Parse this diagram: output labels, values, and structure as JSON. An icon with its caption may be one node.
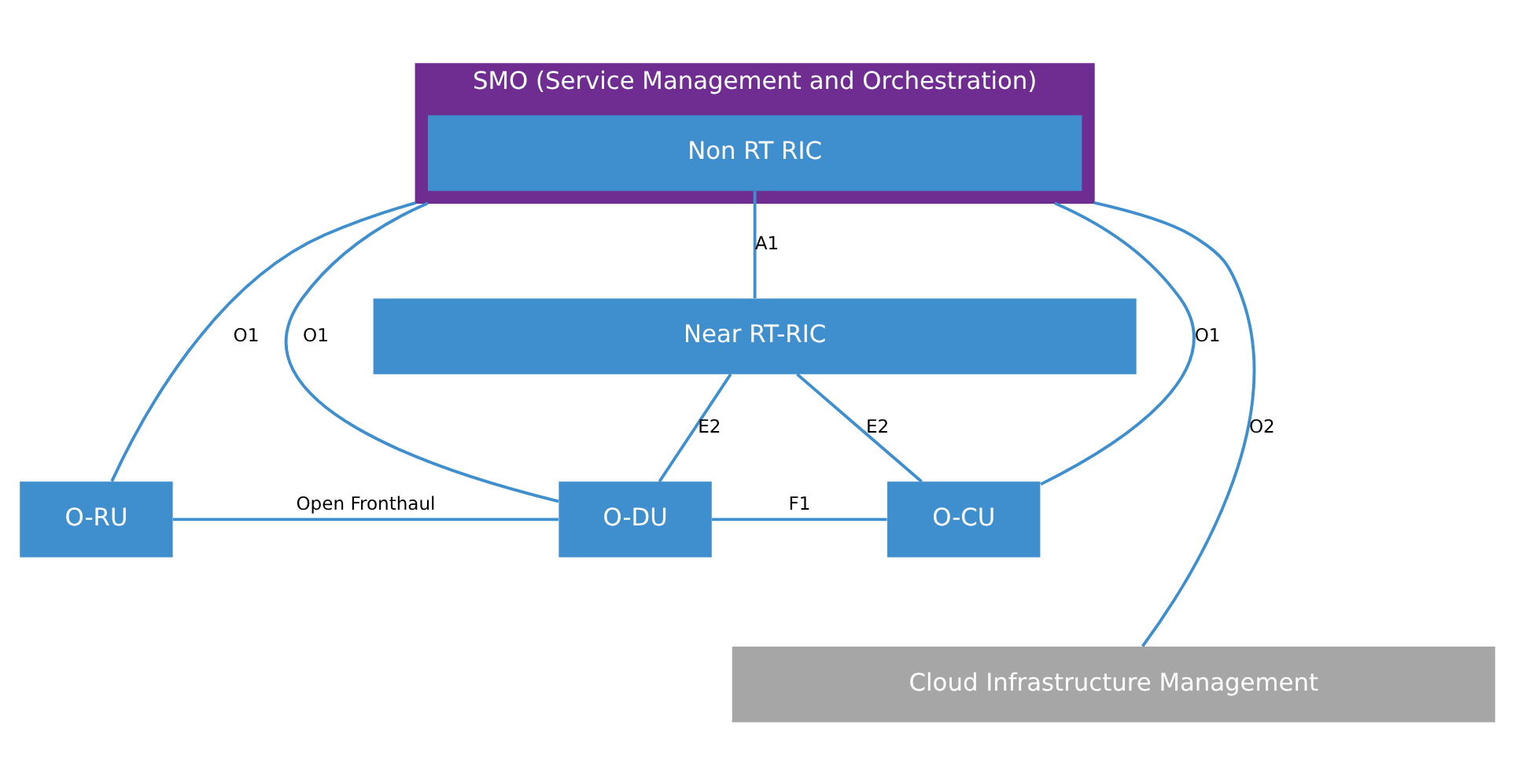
{
  "diagram": {
    "nodes": [
      {
        "text": [
          "SMO (Service Management and Orchestration)"
        ]
      },
      {
        "text": [
          "Non RT RIC"
        ],
        "in": 0
      },
      {
        "text": [
          "Near RT-RIC"
        ]
      },
      {
        "text": [
          "O-RU"
        ]
      },
      {
        "text": [
          "O-DU"
        ]
      },
      {
        "text": [
          "O-CU"
        ]
      },
      {
        "text": [
          "Cloud Infrastructure Management"
        ]
      }
    ],
    "edges": [
      {
        "from": 1,
        "to": 2,
        "arrow": "none",
        "label": "A1"
      },
      {
        "from": 2,
        "to": 4,
        "arrow": "none",
        "label": "E2"
      },
      {
        "from": 2,
        "to": 5,
        "arrow": "none",
        "label": "E2"
      },
      {
        "from": 3,
        "to": 4,
        "arrow": "none",
        "label": "Open Fronthaul"
      },
      {
        "from": 4,
        "to": 5,
        "arrow": "none",
        "label": "F1"
      },
      {
        "from": 3,
        "to": 0,
        "arrow": "none",
        "label": "O1"
      },
      {
        "from": 4,
        "to": 0,
        "arrow": "none",
        "label": "O1"
      },
      {
        "from": 5,
        "to": 0,
        "arrow": "none",
        "label": "O1"
      },
      {
        "from": 6,
        "to": 0,
        "arrow": "none",
        "label": "O2"
      }
    ]
  }
}
